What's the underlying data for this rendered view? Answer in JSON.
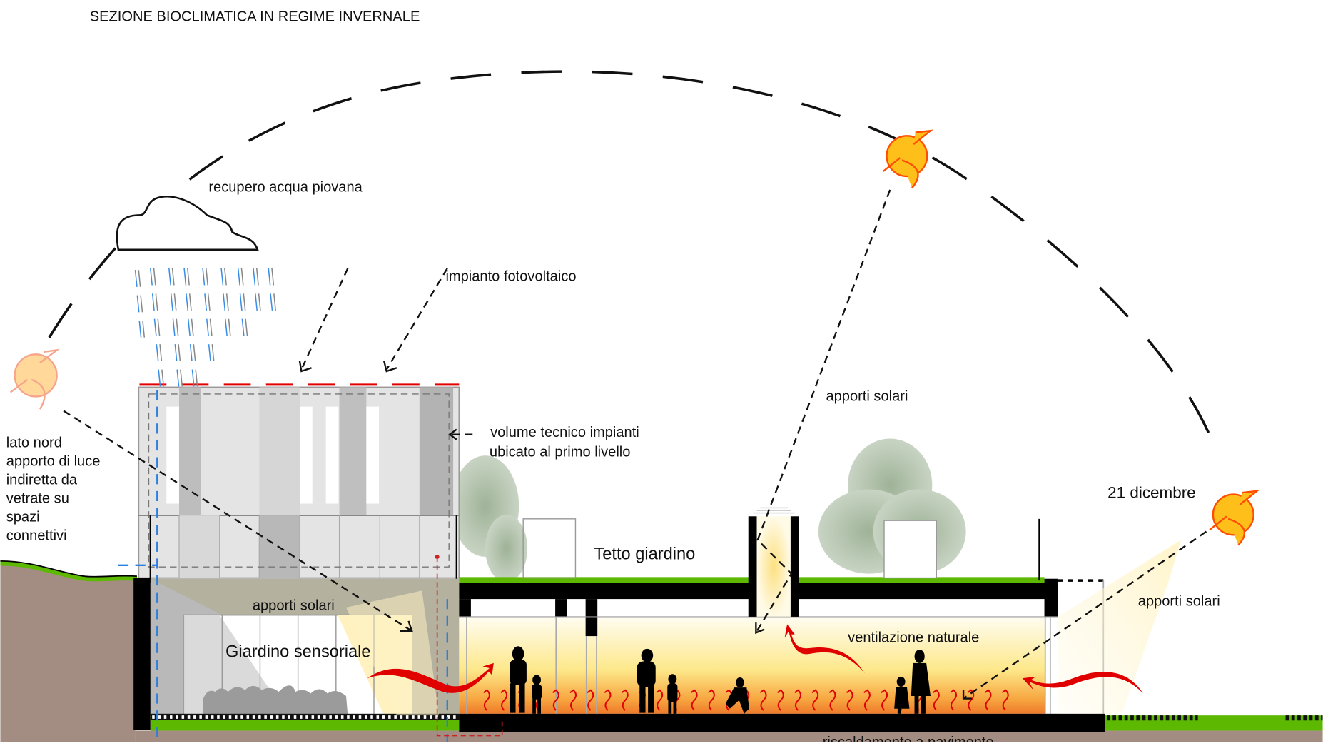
{
  "title": "SEZIONE BIOCLIMATICA IN  REGIME INVERNALE",
  "labels": {
    "rainwater": "recupero acqua piovana",
    "photovoltaic": "impianto fotovoltaico",
    "north_side": [
      "lato nord",
      "apporto di luce",
      "indiretta da",
      "vetrate su",
      "spazi",
      "connettivi"
    ],
    "technical_volume": [
      "volume tecnico  impianti",
      "ubicato al primo livello"
    ],
    "solar_gains_top": "apporti solari",
    "solar_gains_garden": "apporti solari",
    "solar_gains_right": "apporti solari",
    "solstice_date": "21 dicembre",
    "roof_garden": "Tetto giardino",
    "sensory_garden": "Giardino sensoriale",
    "natural_ventilation": "ventilazione naturale",
    "floor_heating": "riscaldamento a pavimento"
  },
  "icons": {
    "sun_winter_low": "sun-icon",
    "sun_noon": "sun-icon",
    "sun_north": "sun-icon",
    "cloud": "cloud-icon",
    "rain": "rain-icon",
    "tree": "tree-icon",
    "people": "people-silhouette-icon",
    "warm_air_arrow": "curved-arrow-icon",
    "heat_wave": "heat-wave-icon"
  },
  "colors": {
    "photovoltaic_line": "#e00000",
    "rain_blue": "#3a8ee6",
    "rain_gray": "#888888",
    "grass": "#5cb800",
    "soil": "#a38d82",
    "sun_fill": "#ffbf1a",
    "sun_stroke": "#ff4d00",
    "warm_arrow": "#e00000",
    "pale_sun_fill": "#ffd89a",
    "pale_sun_stroke": "#f7a58a",
    "interior_warm_top": "#fffbe8",
    "interior_warm_bottom": "#f07d2a",
    "building_gray": "#d9d9d9"
  }
}
